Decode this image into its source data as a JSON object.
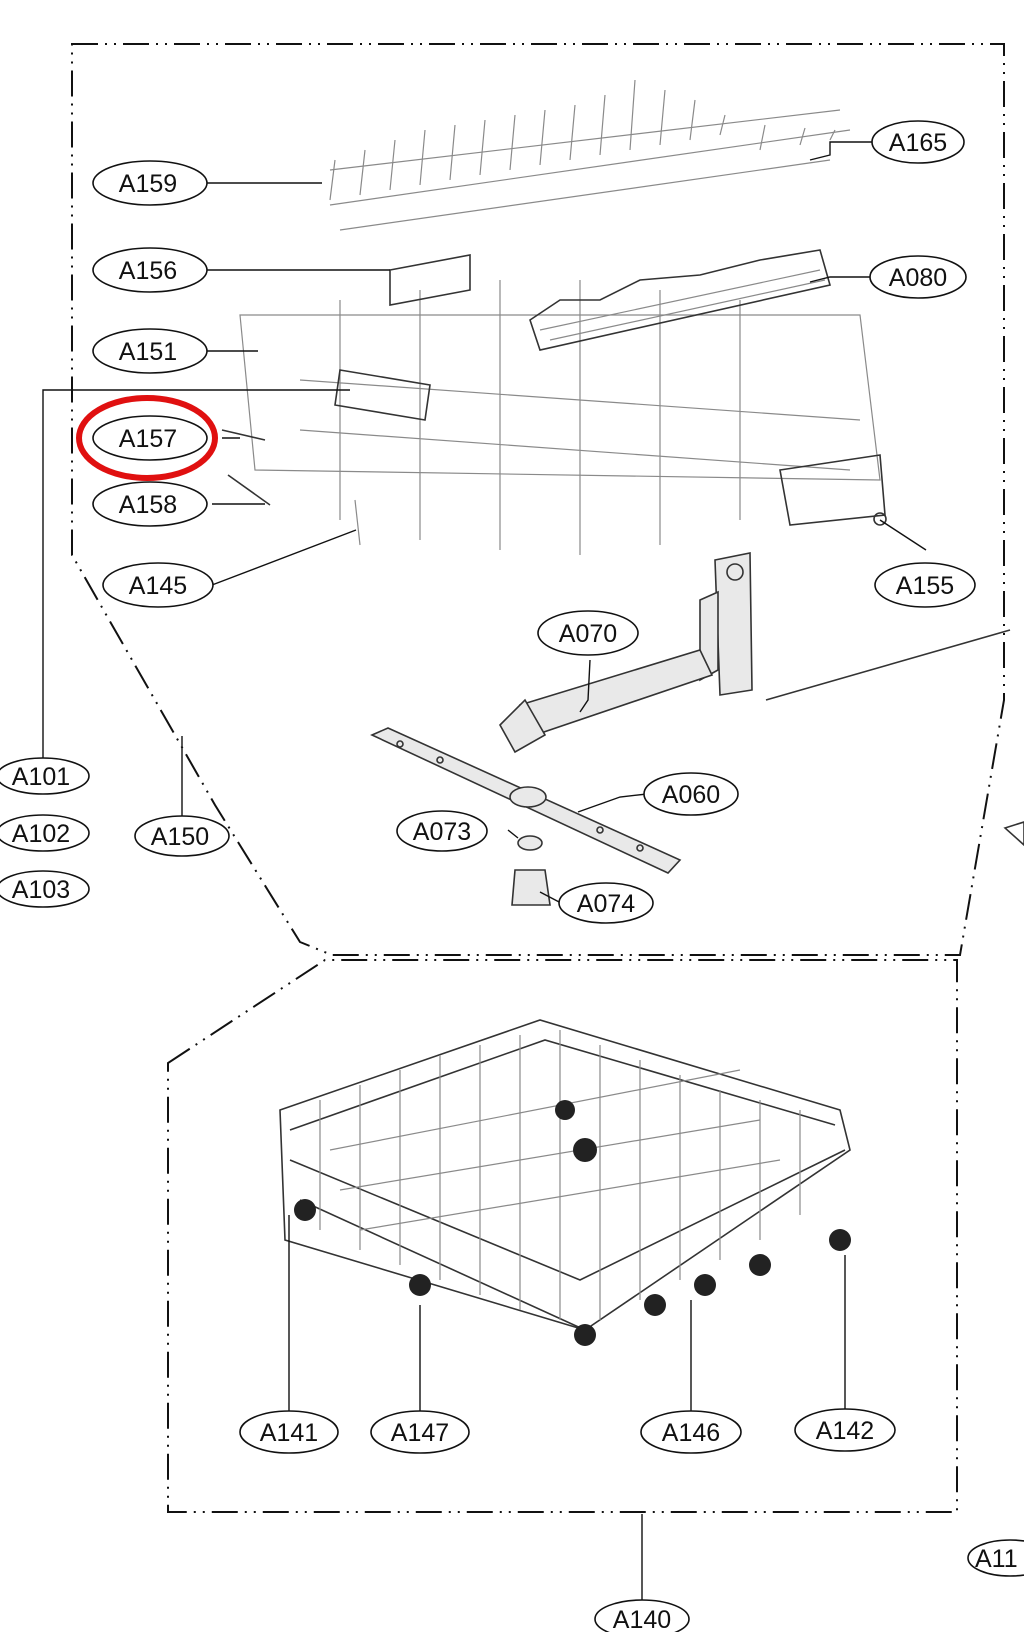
{
  "callouts": [
    {
      "id": "A165",
      "label": "A165"
    },
    {
      "id": "A159",
      "label": "A159"
    },
    {
      "id": "A156",
      "label": "A156"
    },
    {
      "id": "A080",
      "label": "A080"
    },
    {
      "id": "A151",
      "label": "A151"
    },
    {
      "id": "A157",
      "label": "A157"
    },
    {
      "id": "A158",
      "label": "A158"
    },
    {
      "id": "A145",
      "label": "A145"
    },
    {
      "id": "A155",
      "label": "A155"
    },
    {
      "id": "A070",
      "label": "A070"
    },
    {
      "id": "A101",
      "label": "A101"
    },
    {
      "id": "A102",
      "label": "A102"
    },
    {
      "id": "A103",
      "label": "A103"
    },
    {
      "id": "A150",
      "label": "A150"
    },
    {
      "id": "A060",
      "label": "A060"
    },
    {
      "id": "A073",
      "label": "A073"
    },
    {
      "id": "A074",
      "label": "A074"
    },
    {
      "id": "A141",
      "label": "A141"
    },
    {
      "id": "A147",
      "label": "A147"
    },
    {
      "id": "A146",
      "label": "A146"
    },
    {
      "id": "A142",
      "label": "A142"
    },
    {
      "id": "A140",
      "label": "A140"
    },
    {
      "id": "A11x",
      "label": "A11"
    }
  ],
  "highlighted_callout": "A157",
  "highlight_color": "#e01010"
}
